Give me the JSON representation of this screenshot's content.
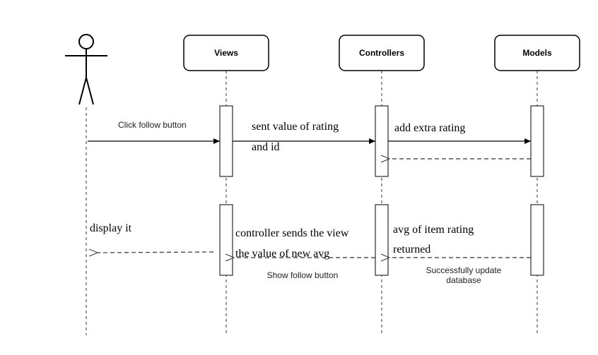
{
  "participants": [
    {
      "id": "actor",
      "label": ""
    },
    {
      "id": "views",
      "label": "Views"
    },
    {
      "id": "controllers",
      "label": "Controllers"
    },
    {
      "id": "models",
      "label": "Models"
    }
  ],
  "messages": {
    "click_follow": "Click follow button",
    "sent_value_line1": "sent value of rating",
    "sent_value_line2": "and id",
    "add_extra": "add extra rating",
    "display_it": "display it",
    "controller_sends_line1": "controller sends the view",
    "controller_sends_line2": "the value of new avg",
    "show_follow": "Show follow button",
    "avg_item_line1": "avg of item rating",
    "avg_item_line2": "returned",
    "success_line1": "Successfully update",
    "success_line2": "database"
  }
}
